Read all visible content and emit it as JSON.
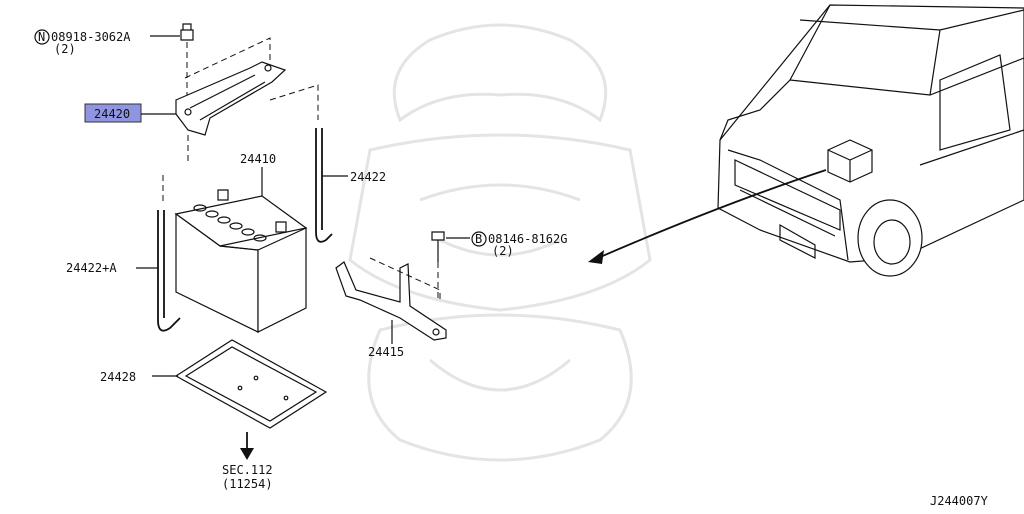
{
  "callouts": {
    "nut": "08918-3062A",
    "nut_qty": "(2)",
    "nut_symbol": "N",
    "hold_down": "24420",
    "battery": "24410",
    "rod": "24422",
    "rod_a": "24422+A",
    "bolt": "08146-8162G",
    "bolt_qty": "(2)",
    "bolt_symbol": "B",
    "bracket": "24415",
    "tray": "24428",
    "section": "SEC.112",
    "section_ref": "(11254)"
  },
  "diagram_id": "J244007Y",
  "colors": {
    "highlight": "#8f95e0",
    "line": "#111111",
    "watermark": "#e4e4e4"
  }
}
